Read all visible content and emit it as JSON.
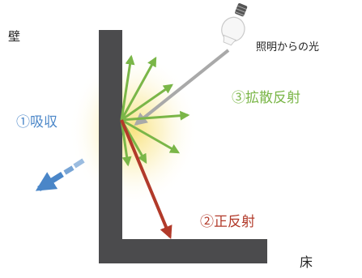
{
  "labels": {
    "wall": "壁",
    "floor": "床",
    "light_source": "照明からの光",
    "diffuse": "③拡散反射",
    "absorption": "①吸収",
    "specular": "②正反射"
  },
  "colors": {
    "wall_body": "#4b4b4d",
    "diffuse_arrows": "#7ab648",
    "absorption_arrow": "#4a86c8",
    "specular_arrow": "#b23a2a",
    "incoming_light": "#a9a9a9",
    "glow": "#f7de6a"
  },
  "icons": {
    "bulb": "light-bulb-icon"
  }
}
